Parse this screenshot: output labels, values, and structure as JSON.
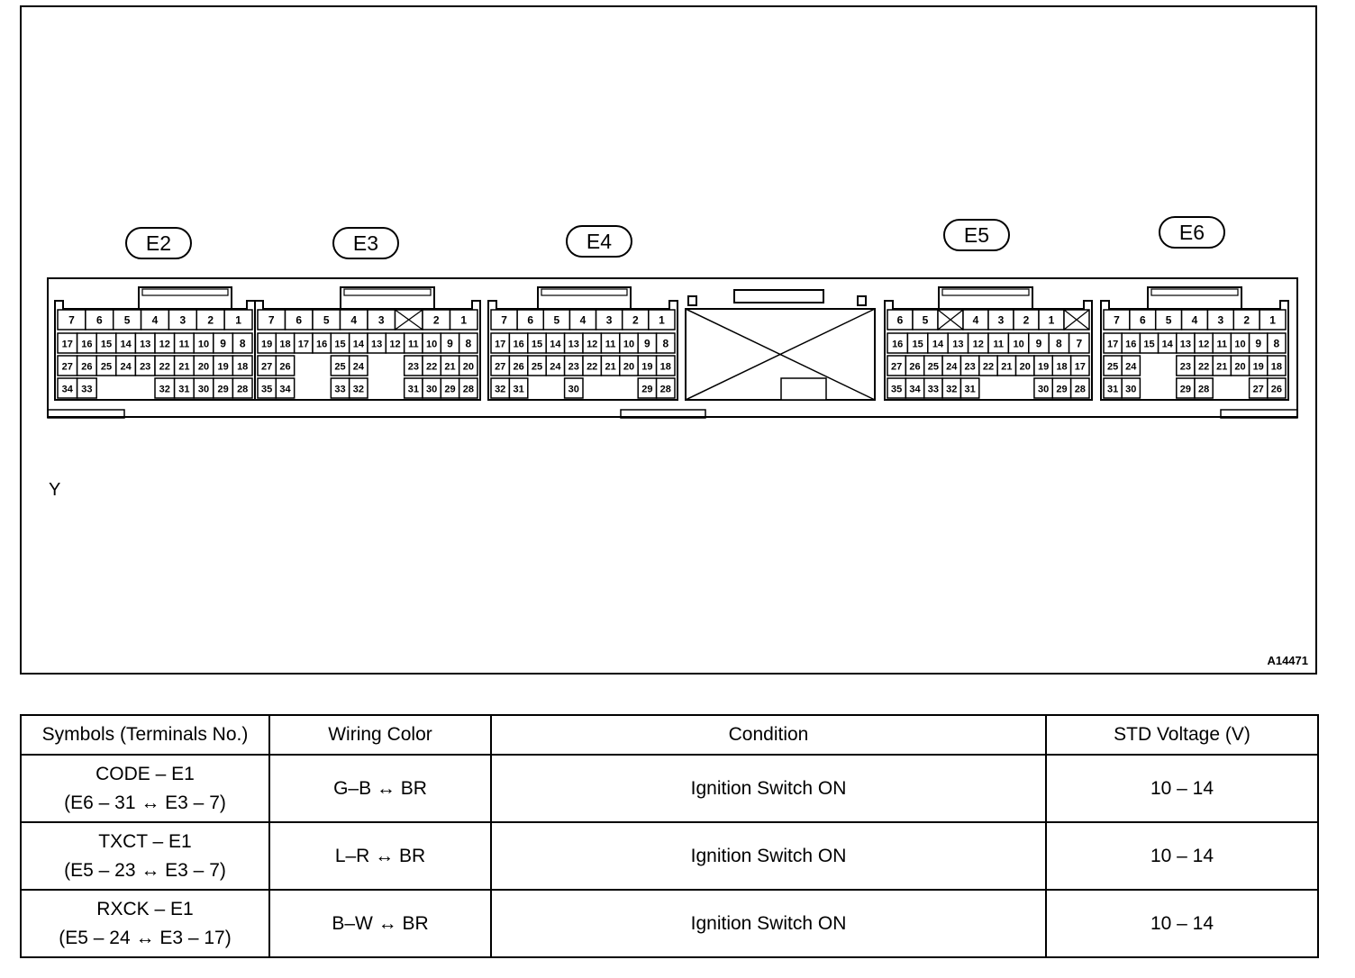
{
  "diagram": {
    "side_label": "Y",
    "figure_id": "A14471",
    "connectors": [
      {
        "name": "E2",
        "rows": [
          [
            "7",
            "6",
            "5",
            "4",
            "3",
            "2",
            "1"
          ],
          [
            "17",
            "16",
            "15",
            "14",
            "13",
            "12",
            "11",
            "10",
            "9",
            "8"
          ],
          [
            "27",
            "26",
            "25",
            "24",
            "23",
            "22",
            "21",
            "20",
            "19",
            "18"
          ],
          [
            "34",
            "33",
            "",
            "",
            "",
            "32",
            "31",
            "30",
            "29",
            "28"
          ]
        ]
      },
      {
        "name": "E3",
        "rows": [
          [
            "7",
            "6",
            "5",
            "4",
            "3",
            "X",
            "2",
            "1"
          ],
          [
            "19",
            "18",
            "17",
            "16",
            "15",
            "14",
            "13",
            "12",
            "11",
            "10",
            "9",
            "8"
          ],
          [
            "27",
            "26",
            "",
            "",
            "25",
            "24",
            "",
            "",
            "23",
            "22",
            "21",
            "20"
          ],
          [
            "35",
            "34",
            "",
            "",
            "33",
            "32",
            "",
            "",
            "31",
            "30",
            "29",
            "28"
          ]
        ]
      },
      {
        "name": "E4",
        "rows": [
          [
            "7",
            "6",
            "5",
            "4",
            "3",
            "2",
            "1"
          ],
          [
            "17",
            "16",
            "15",
            "14",
            "13",
            "12",
            "11",
            "10",
            "9",
            "8"
          ],
          [
            "27",
            "26",
            "25",
            "24",
            "23",
            "22",
            "21",
            "20",
            "19",
            "18"
          ],
          [
            "32",
            "31",
            "",
            "",
            "30",
            "",
            "",
            "",
            "29",
            "28"
          ]
        ]
      },
      {
        "name": "E5",
        "rows": [
          [
            "6",
            "5",
            "X",
            "4",
            "3",
            "2",
            "1",
            "X"
          ],
          [
            "16",
            "15",
            "14",
            "13",
            "12",
            "11",
            "10",
            "9",
            "8",
            "7"
          ],
          [
            "27",
            "26",
            "25",
            "24",
            "23",
            "22",
            "21",
            "20",
            "19",
            "18",
            "17"
          ],
          [
            "35",
            "34",
            "33",
            "32",
            "31",
            "",
            "",
            "",
            "30",
            "29",
            "28"
          ]
        ]
      },
      {
        "name": "E6",
        "rows": [
          [
            "7",
            "6",
            "5",
            "4",
            "3",
            "2",
            "1"
          ],
          [
            "17",
            "16",
            "15",
            "14",
            "13",
            "12",
            "11",
            "10",
            "9",
            "8"
          ],
          [
            "25",
            "24",
            "",
            "",
            "23",
            "22",
            "21",
            "20",
            "19",
            "18"
          ],
          [
            "31",
            "30",
            "",
            "",
            "29",
            "28",
            "",
            "",
            "27",
            "26"
          ]
        ]
      }
    ]
  },
  "table": {
    "headers": [
      "Symbols (Terminals No.)",
      "Wiring Color",
      "Condition",
      "STD Voltage (V)"
    ],
    "rows": [
      {
        "symbol": "CODE – E1",
        "terminals": "(E6 – 31 ↔ E3 – 7)",
        "wiring": "G–B ↔ BR",
        "condition": "Ignition Switch ON",
        "voltage": "10 – 14"
      },
      {
        "symbol": "TXCT – E1",
        "terminals": "(E5 – 23 ↔ E3 – 7)",
        "wiring": "L–R ↔ BR",
        "condition": "Ignition Switch ON",
        "voltage": "10 – 14"
      },
      {
        "symbol": "RXCK – E1",
        "terminals": "(E5 – 24 ↔ E3 – 17)",
        "wiring": "B–W ↔ BR",
        "condition": "Ignition Switch ON",
        "voltage": "10 – 14"
      }
    ]
  }
}
